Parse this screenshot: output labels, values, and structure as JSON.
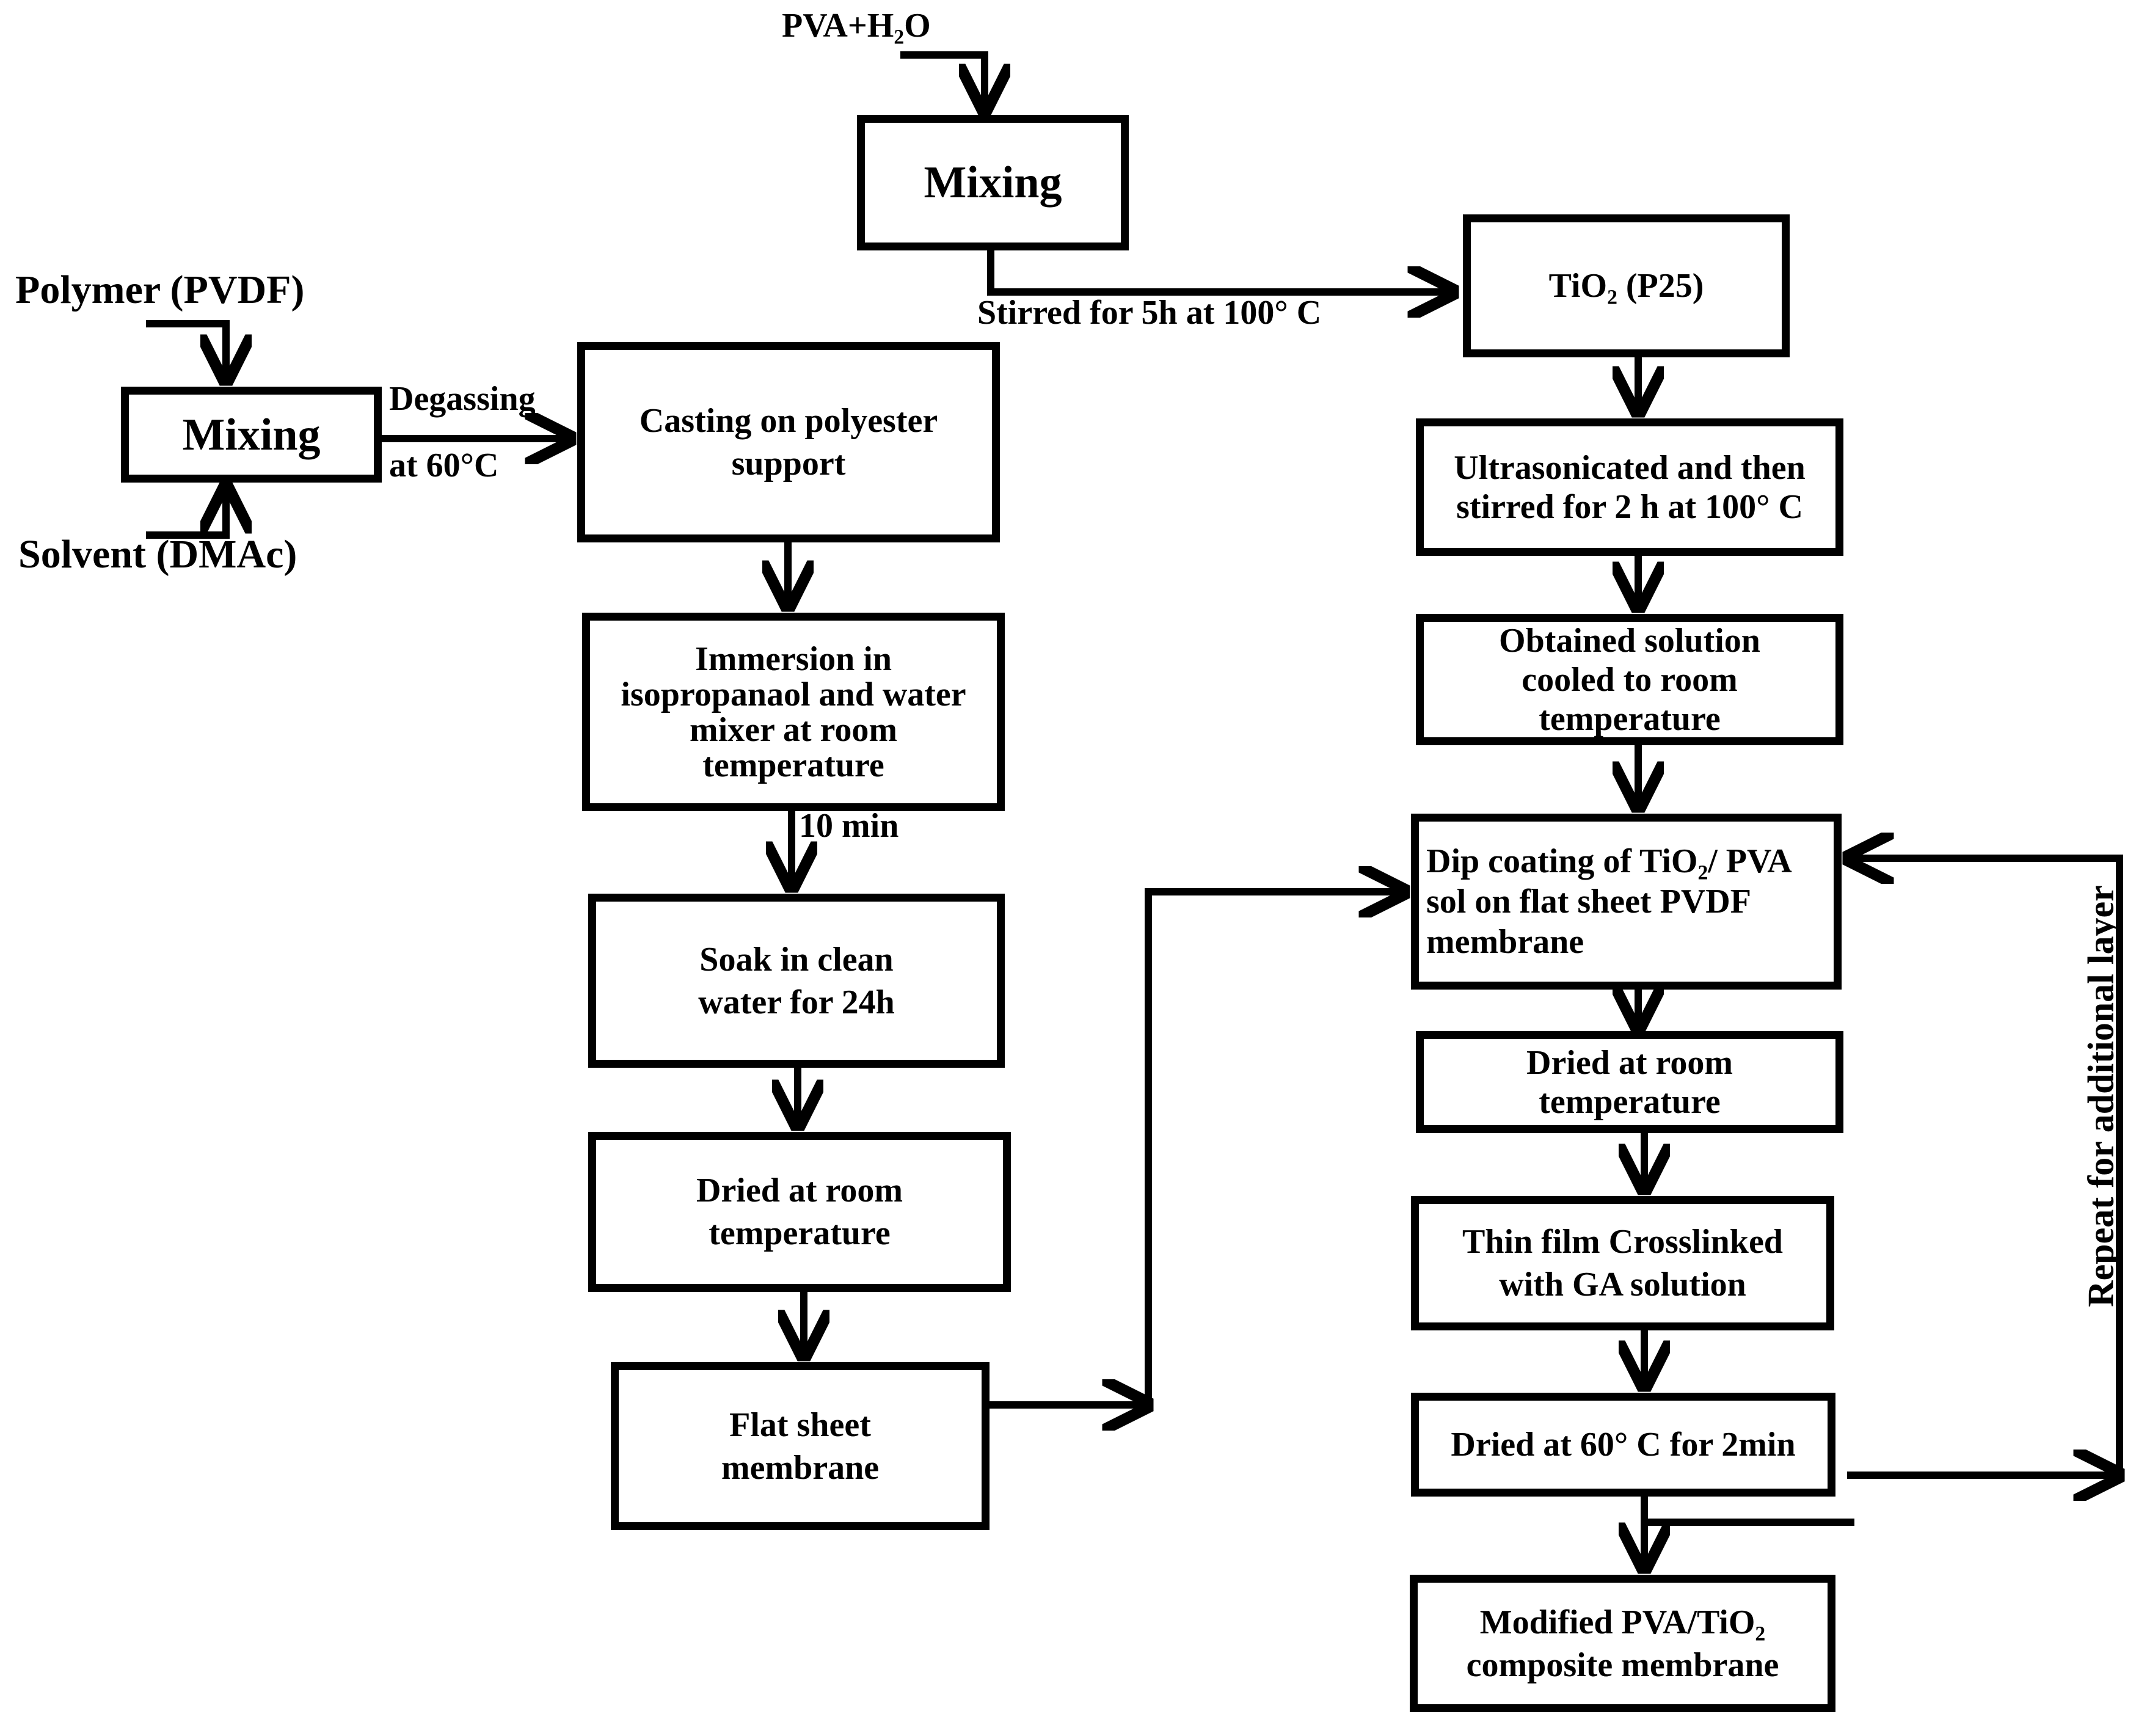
{
  "inputs": {
    "pva_water": "PVA+H₂O",
    "polymer": "Polymer (PVDF)",
    "solvent": "Solvent (DMAc)"
  },
  "labels": {
    "stirred": "Stirred for 5h at 100° C",
    "degassing": "Degassing",
    "at_60": "at 60°C",
    "ten_min": "10 min",
    "repeat": "Repeat for additional layer"
  },
  "steps": {
    "mixing_top": "Mixing",
    "mixing_left": "Mixing",
    "tio2": "TiO₂ (P25)",
    "casting": "Casting on polyester support",
    "ultrasonicated": "Ultrasonicated and then stirred for 2 h at 100° C",
    "immersion": "Immersion in isopropanaol and water mixer at room temperature",
    "obtained": "Obtained solution cooled to room temperature",
    "dip_coating": "Dip coating of TiO₂/ PVA sol on flat sheet PVDF membrane",
    "soak": "Soak in clean water for 24h",
    "dried_right": "Dried at room temperature",
    "dried_left": "Dried at room temperature",
    "thin_film": "Thin film Crosslinked with GA solution",
    "flat_sheet": "Flat sheet membrane",
    "dried_60": "Dried at 60° C for 2min",
    "modified": "Modified PVA/TiO₂ composite membrane"
  }
}
